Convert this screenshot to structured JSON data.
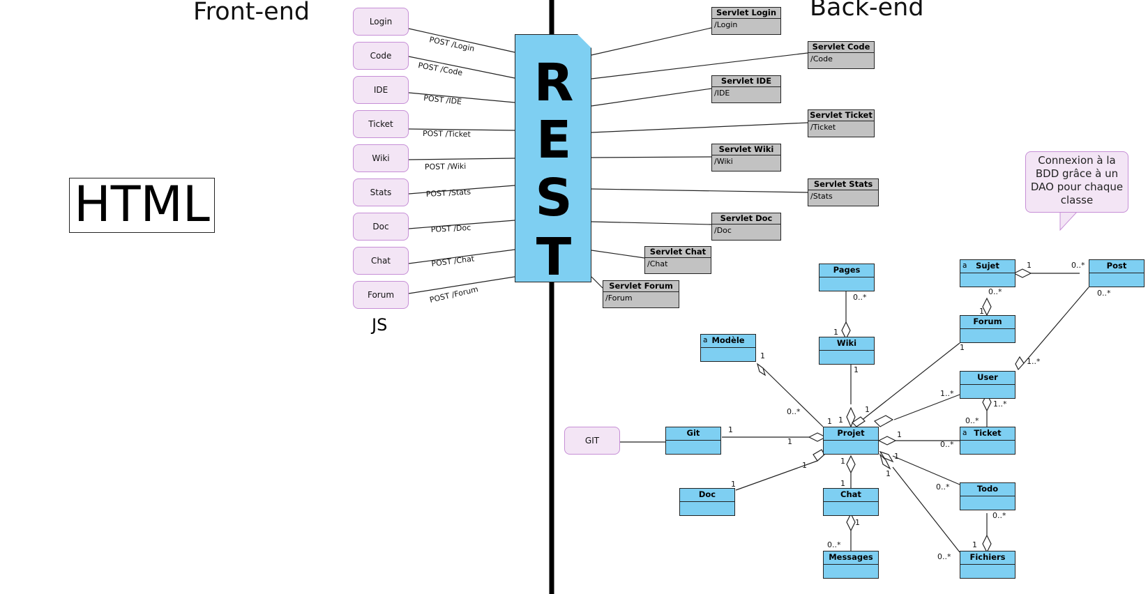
{
  "titles": {
    "frontend": "Front-end",
    "backend": "Back-end",
    "html": "HTML",
    "js": "JS",
    "rest": [
      "R",
      "E",
      "S",
      "T"
    ]
  },
  "front_buttons": [
    "Login",
    "Code",
    "IDE",
    "Ticket",
    "Wiki",
    "Stats",
    "Doc",
    "Chat",
    "Forum"
  ],
  "route_labels": [
    "POST /Login",
    "POST /Code",
    "POST /IDE",
    "POST /Ticket",
    "POST /Wiki",
    "POST /Stats",
    "POST /Doc",
    "POST /Chat",
    "POST /Forum"
  ],
  "servlets": [
    {
      "name": "Servlet Login",
      "path": "/Login"
    },
    {
      "name": "Servlet Code",
      "path": "/Code"
    },
    {
      "name": "Servlet IDE",
      "path": "/IDE"
    },
    {
      "name": "Servlet Ticket",
      "path": "/Ticket"
    },
    {
      "name": "Servlet Wiki",
      "path": "/Wiki"
    },
    {
      "name": "Servlet Stats",
      "path": "/Stats"
    },
    {
      "name": "Servlet Doc",
      "path": "/Doc"
    },
    {
      "name": "Servlet Chat",
      "path": "/Chat"
    },
    {
      "name": "Servlet Forum",
      "path": "/Forum"
    }
  ],
  "classes": {
    "pages": "Pages",
    "wiki": "Wiki",
    "modele": "Modèle",
    "git": "Git",
    "doc": "Doc",
    "projet": "Projet",
    "chat": "Chat",
    "messages": "Messages",
    "sujet": "Sujet",
    "post": "Post",
    "forum": "Forum",
    "user": "User",
    "ticket": "Ticket",
    "todo": "Todo",
    "fichiers": "Fichiers"
  },
  "abstract_marker": "a",
  "git_box": "GIT",
  "callout": "Connexion à la BDD grâce à un DAO pour chaque classe",
  "multiplicities": [
    "1",
    "0..*",
    "1..*"
  ],
  "colors": {
    "class_fill": "#7ecff2",
    "servlet_fill": "#c2c2c2",
    "front_fill": "#f3e5f5",
    "front_border": "#c68ed6"
  }
}
